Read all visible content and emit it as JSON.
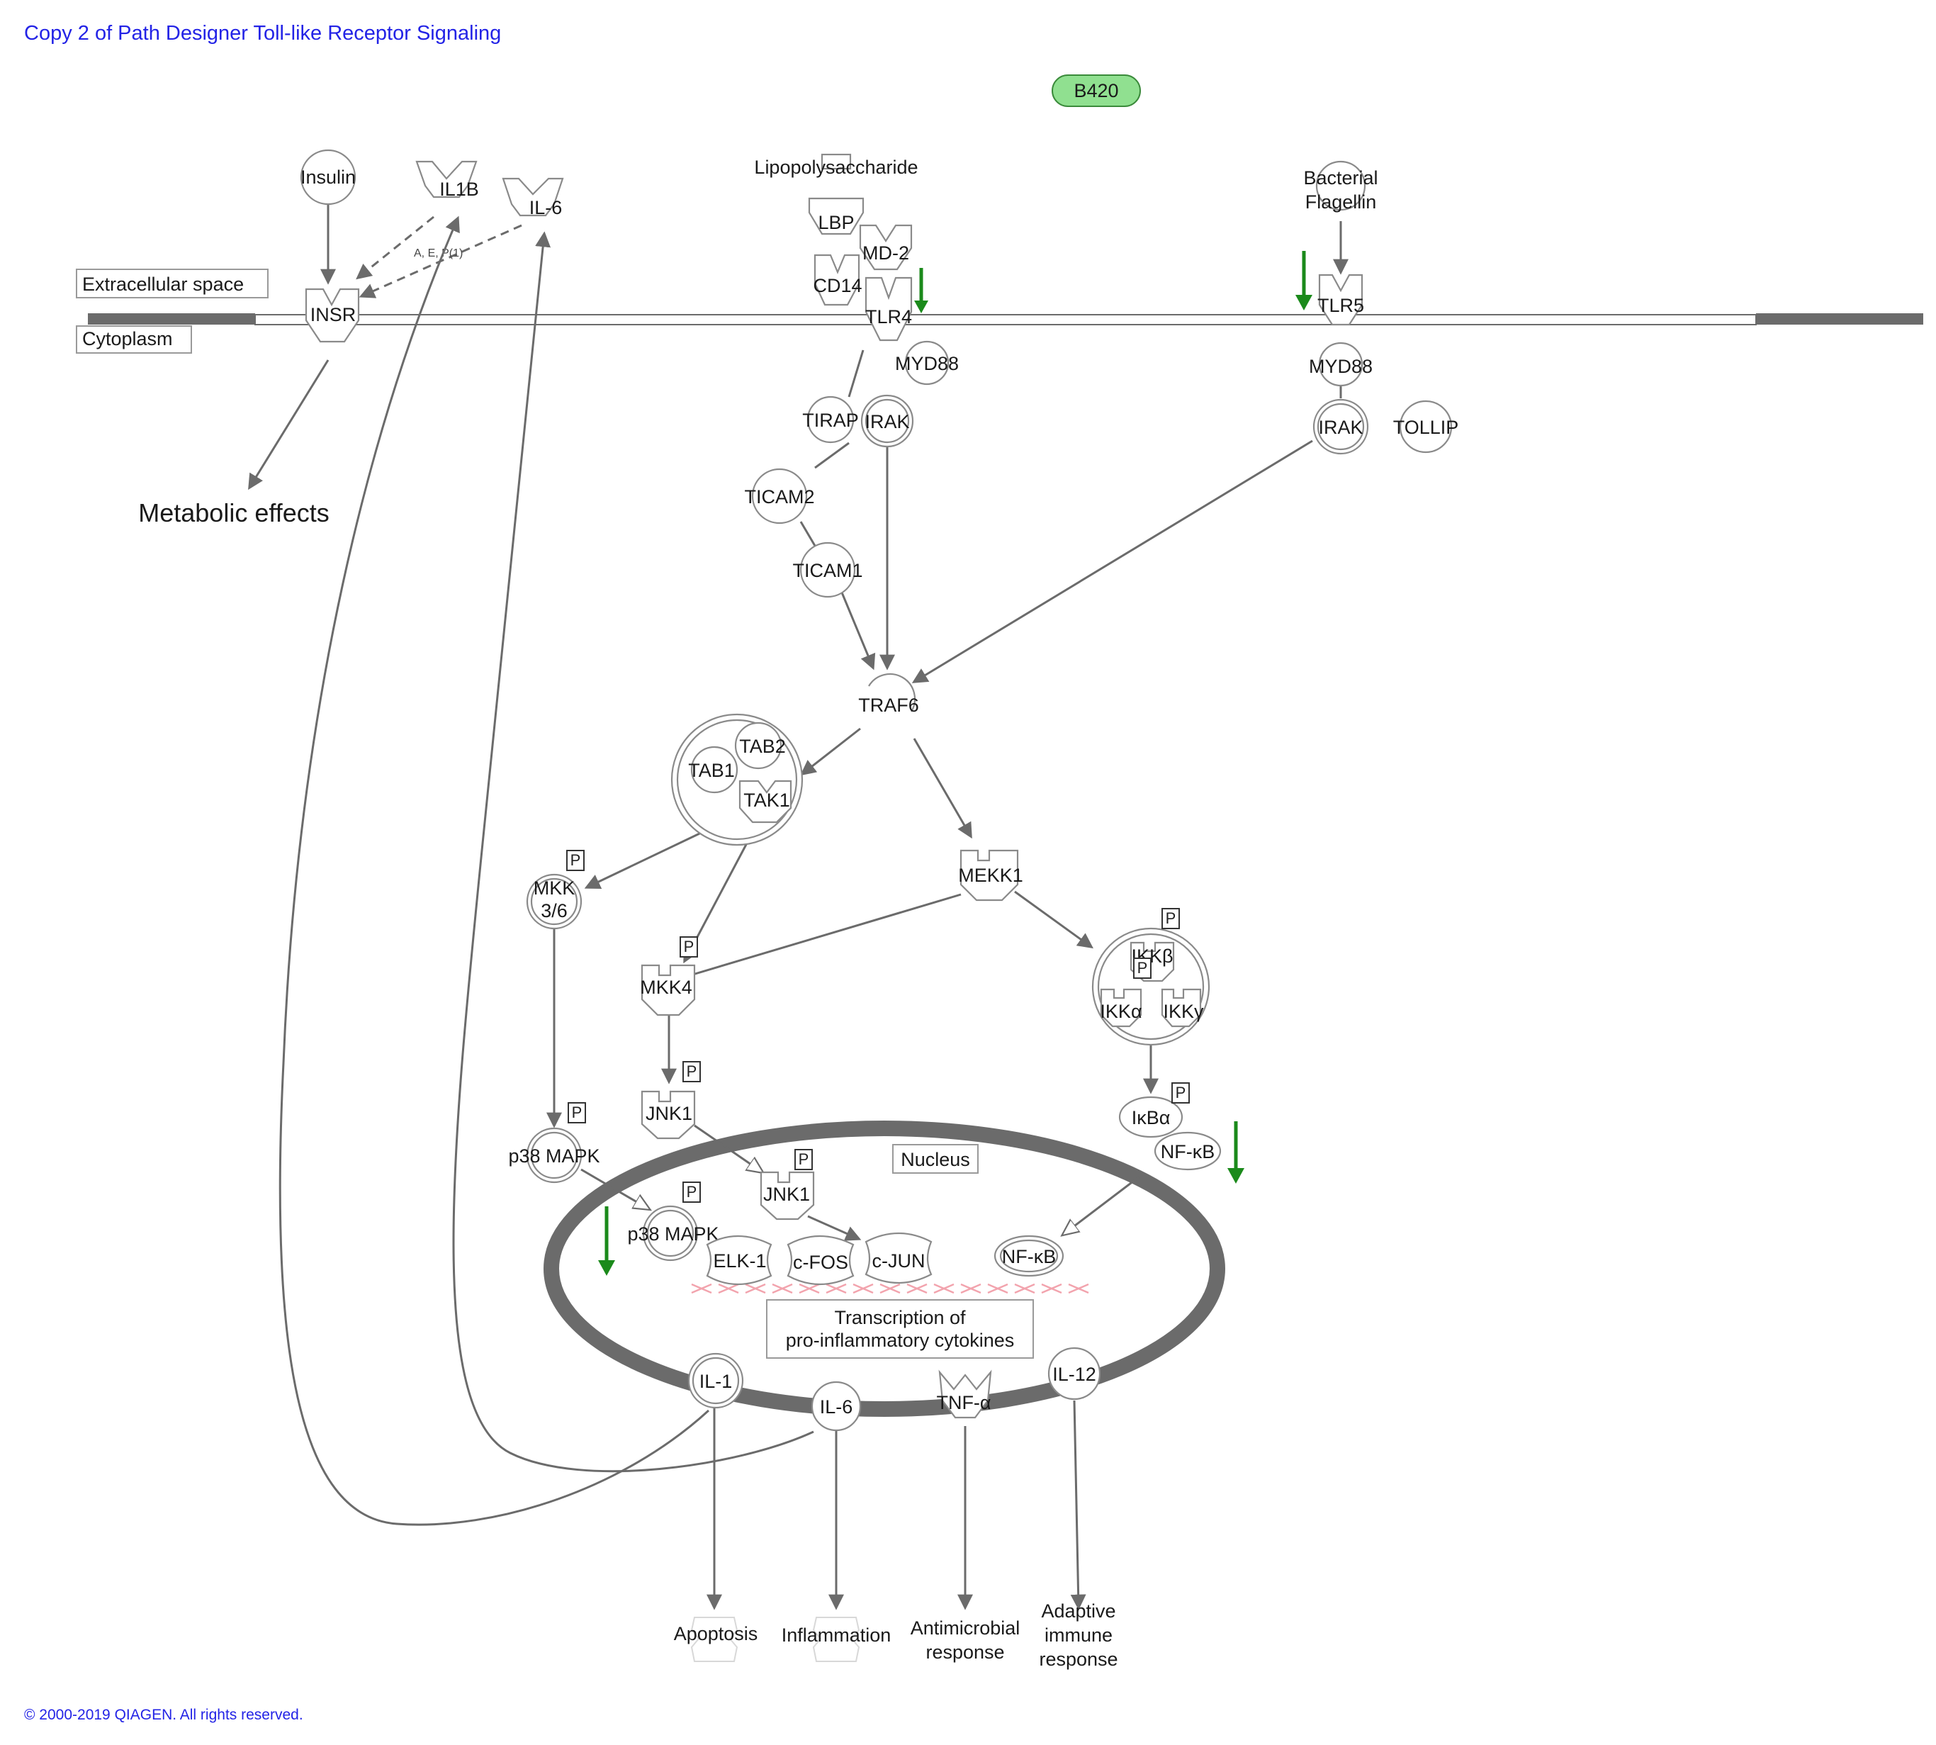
{
  "title": "Copy 2 of Path Designer Toll-like Receptor Signaling",
  "footer": "© 2000-2019 QIAGEN. All rights reserved.",
  "badge": {
    "label": "B420",
    "color": "#90e090"
  },
  "compartments": {
    "extracellular": "Extracellular space",
    "cytoplasm": "Cytoplasm",
    "nucleus": "Nucleus"
  },
  "edge_label": "A, E, P(1)",
  "nodes": {
    "insulin": "Insulin",
    "il1b": "IL1B",
    "il6_top": "IL-6",
    "lps": "Lipopolysaccharide",
    "lbp": "LBP",
    "md2": "MD-2",
    "cd14": "CD14",
    "tlr4": "TLR4",
    "bact_flag_1": "Bacterial",
    "bact_flag_2": "Flagellin",
    "tlr5": "TLR5",
    "insr": "INSR",
    "myd88_a": "MYD88",
    "myd88_b": "MYD88",
    "tirap": "TIRAP",
    "irak_a": "IRAK",
    "irak_b": "IRAK",
    "tollip": "TOLLIP",
    "ticam2": "TICAM2",
    "ticam1": "TICAM1",
    "traf6": "TRAF6",
    "tab2": "TAB2",
    "tab1": "TAB1",
    "tak1": "TAK1",
    "mkk36_1": "MKK",
    "mkk36_2": "3/6",
    "mekk1": "MEKK1",
    "mkk4": "MKK4",
    "ikkb": "IKKβ",
    "ikka": "IKKα",
    "ikkg": "IKKγ",
    "jnk1_a": "JNK1",
    "jnk1_b": "JNK1",
    "ikba": "IκBα",
    "nfkb_a": "NF-κB",
    "nfkb_b": "NF-κB",
    "p38_a": "p38 MAPK",
    "p38_b": "p38 MAPK",
    "elk1": "ELK-1",
    "cfos": "c-FOS",
    "cjun": "c-JUN",
    "il1": "IL-1",
    "il6_bot": "IL-6",
    "tnfa": "TNF-α",
    "il12": "IL-12",
    "p": "P"
  },
  "transcription": [
    "Transcription of",
    "pro-inflammatory cytokines"
  ],
  "outcomes": {
    "metabolic": "Metabolic effects",
    "apoptosis": "Apoptosis",
    "inflammation": "Inflammation",
    "antimicrobial_1": "Antimicrobial",
    "antimicrobial_2": "response",
    "adaptive_1": "Adaptive",
    "adaptive_2": "immune",
    "adaptive_3": "response"
  },
  "colors": {
    "title": "#2323e6",
    "edge": "#6b6b6b",
    "down_arrow": "#1b8a1b",
    "nucleus": "#6b6b6b",
    "x_marks": "#f2a3ad"
  }
}
